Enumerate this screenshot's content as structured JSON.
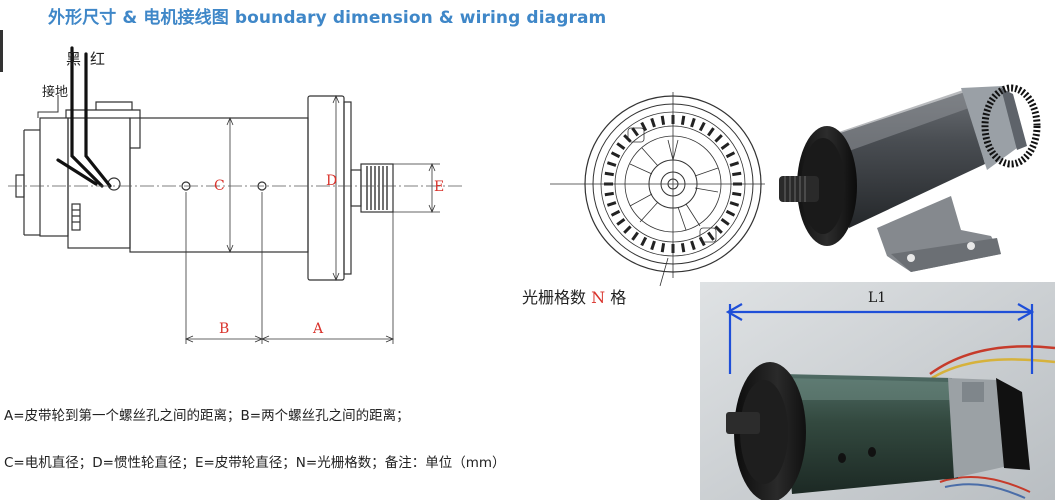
{
  "title": "外形尺寸 & 电机接线图 boundary dimension & wiring diagram",
  "drawing": {
    "wire_black": "黑",
    "wire_red": "红",
    "ground": "接地",
    "dim_a": "A",
    "dim_b": "B",
    "dim_c": "C",
    "dim_d": "D",
    "dim_e": "E"
  },
  "encoder": {
    "label_prefix": "光栅格数",
    "label_n": "N",
    "label_suffix": "格"
  },
  "photo2": {
    "dim_l1": "L1"
  },
  "notes": {
    "line1": "A=皮带轮到第一个螺丝孔之间的距离；B=两个螺丝孔之间的距离；",
    "line2": "C=电机直径；D=惯性轮直径；E=皮带轮直径；N=光栅格数；备注：单位（mm）"
  },
  "colors": {
    "title": "#3f87c8",
    "dim_red": "#d9322b",
    "dim_blue": "#1f4fd8"
  }
}
